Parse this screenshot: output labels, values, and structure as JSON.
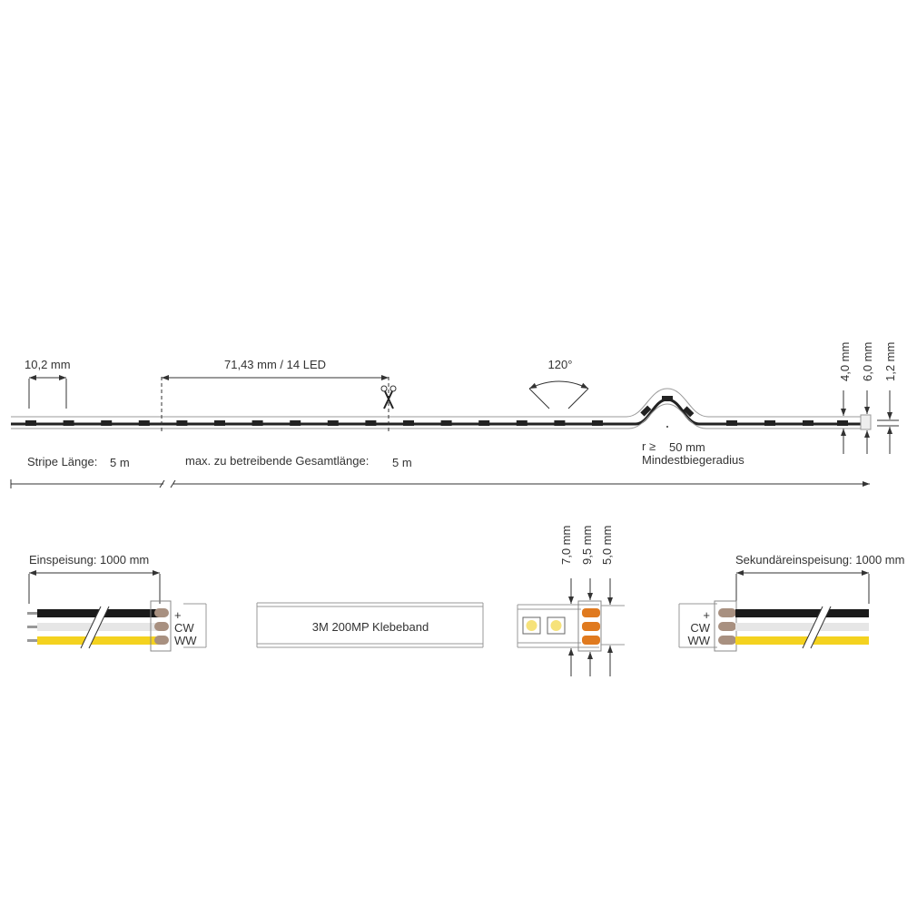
{
  "strip_top": {
    "led_pitch": "10,2 mm",
    "segment": "71,43 mm / 14 LED",
    "angle": "120°",
    "radius_symbol": "r ≥",
    "radius_value": "50 mm",
    "radius_label": "Mindestbiegeradius",
    "stripe_length_label": "Stripe Länge:",
    "stripe_length_value": "5 m",
    "max_length_label": "max. zu betreibende Gesamtlänge:",
    "max_length_value": "5 m",
    "height_led": "4,0 mm",
    "height_total": "6,0 mm",
    "pcb_thickness": "1,2 mm"
  },
  "bottom": {
    "feed_label": "Einspeisung: 1000 mm",
    "secondary_feed_label": "Sekundäreinspeisung: 1000 mm",
    "tape_label": "3M 200MP Klebeband",
    "width_a": "7,0 mm",
    "width_b": "9,5 mm",
    "width_c": "5,0 mm",
    "pins": [
      "+",
      "CW",
      "WW"
    ]
  },
  "colors": {
    "wire_plus": "#1a1a1a",
    "wire_cw": "#e6e6e6",
    "wire_ww": "#f4d21f",
    "pad": "#e07a1f",
    "contact": "#a89080",
    "led": "#f6e27a"
  }
}
